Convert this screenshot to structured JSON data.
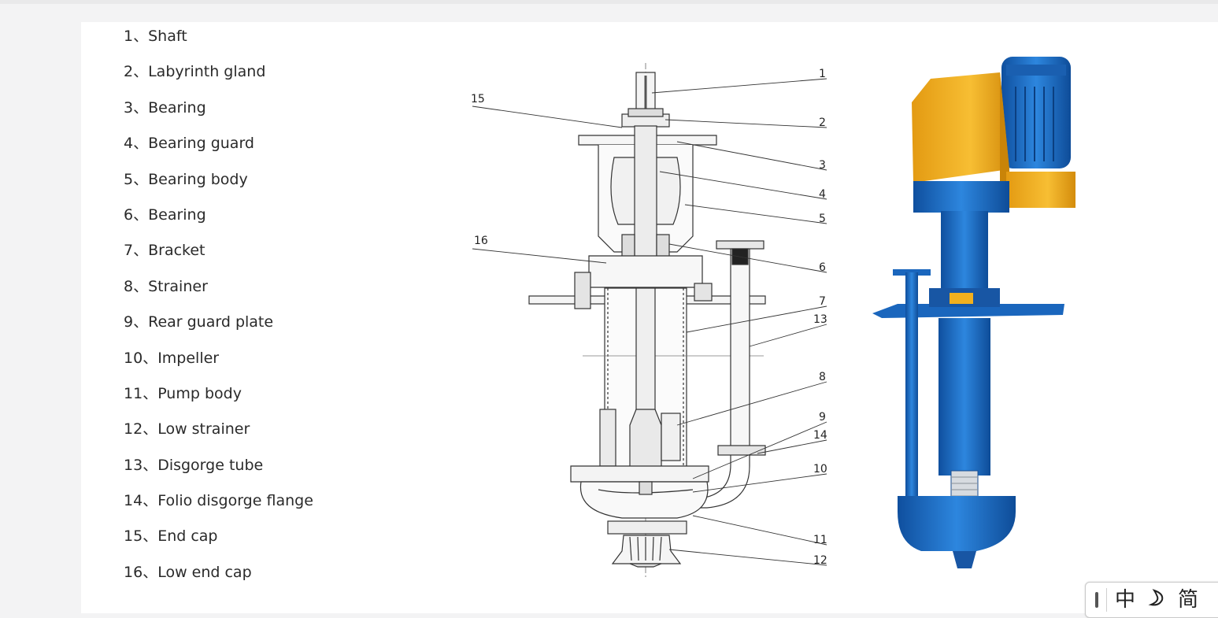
{
  "parts": [
    {
      "num": "1、",
      "name": "Shaft"
    },
    {
      "num": "2、",
      "name": "Labyrinth gland"
    },
    {
      "num": "3、",
      "name": "Bearing"
    },
    {
      "num": "4、",
      "name": "Bearing guard"
    },
    {
      "num": "5、",
      "name": "Bearing body"
    },
    {
      "num": "6、",
      "name": "Bearing"
    },
    {
      "num": "7、",
      "name": "Bracket"
    },
    {
      "num": "8、",
      "name": "Strainer"
    },
    {
      "num": "9、",
      "name": "Rear guard plate"
    },
    {
      "num": "10、",
      "name": "Impeller"
    },
    {
      "num": "11、",
      "name": "Pump body"
    },
    {
      "num": "12、",
      "name": "Low strainer"
    },
    {
      "num": "13、",
      "name": "Disgorge tube"
    },
    {
      "num": "14、",
      "name": "Folio disgorge flange"
    },
    {
      "num": "15、",
      "name": "End cap"
    },
    {
      "num": "16、",
      "name": "Low end cap"
    }
  ],
  "callouts": {
    "c1": "1",
    "c2": "2",
    "c3": "3",
    "c4": "4",
    "c5": "5",
    "c6": "6",
    "c7": "7",
    "c8": "8",
    "c9": "9",
    "c10": "10",
    "c11": "11",
    "c12": "12",
    "c13": "13",
    "c14": "14",
    "c15": "15",
    "c16": "16"
  },
  "colors": {
    "pump_blue": "#1f6fc4",
    "guard_yellow": "#f2b01e"
  },
  "ime": {
    "mode": "中",
    "moon_icon": "moon-icon",
    "script": "简"
  }
}
